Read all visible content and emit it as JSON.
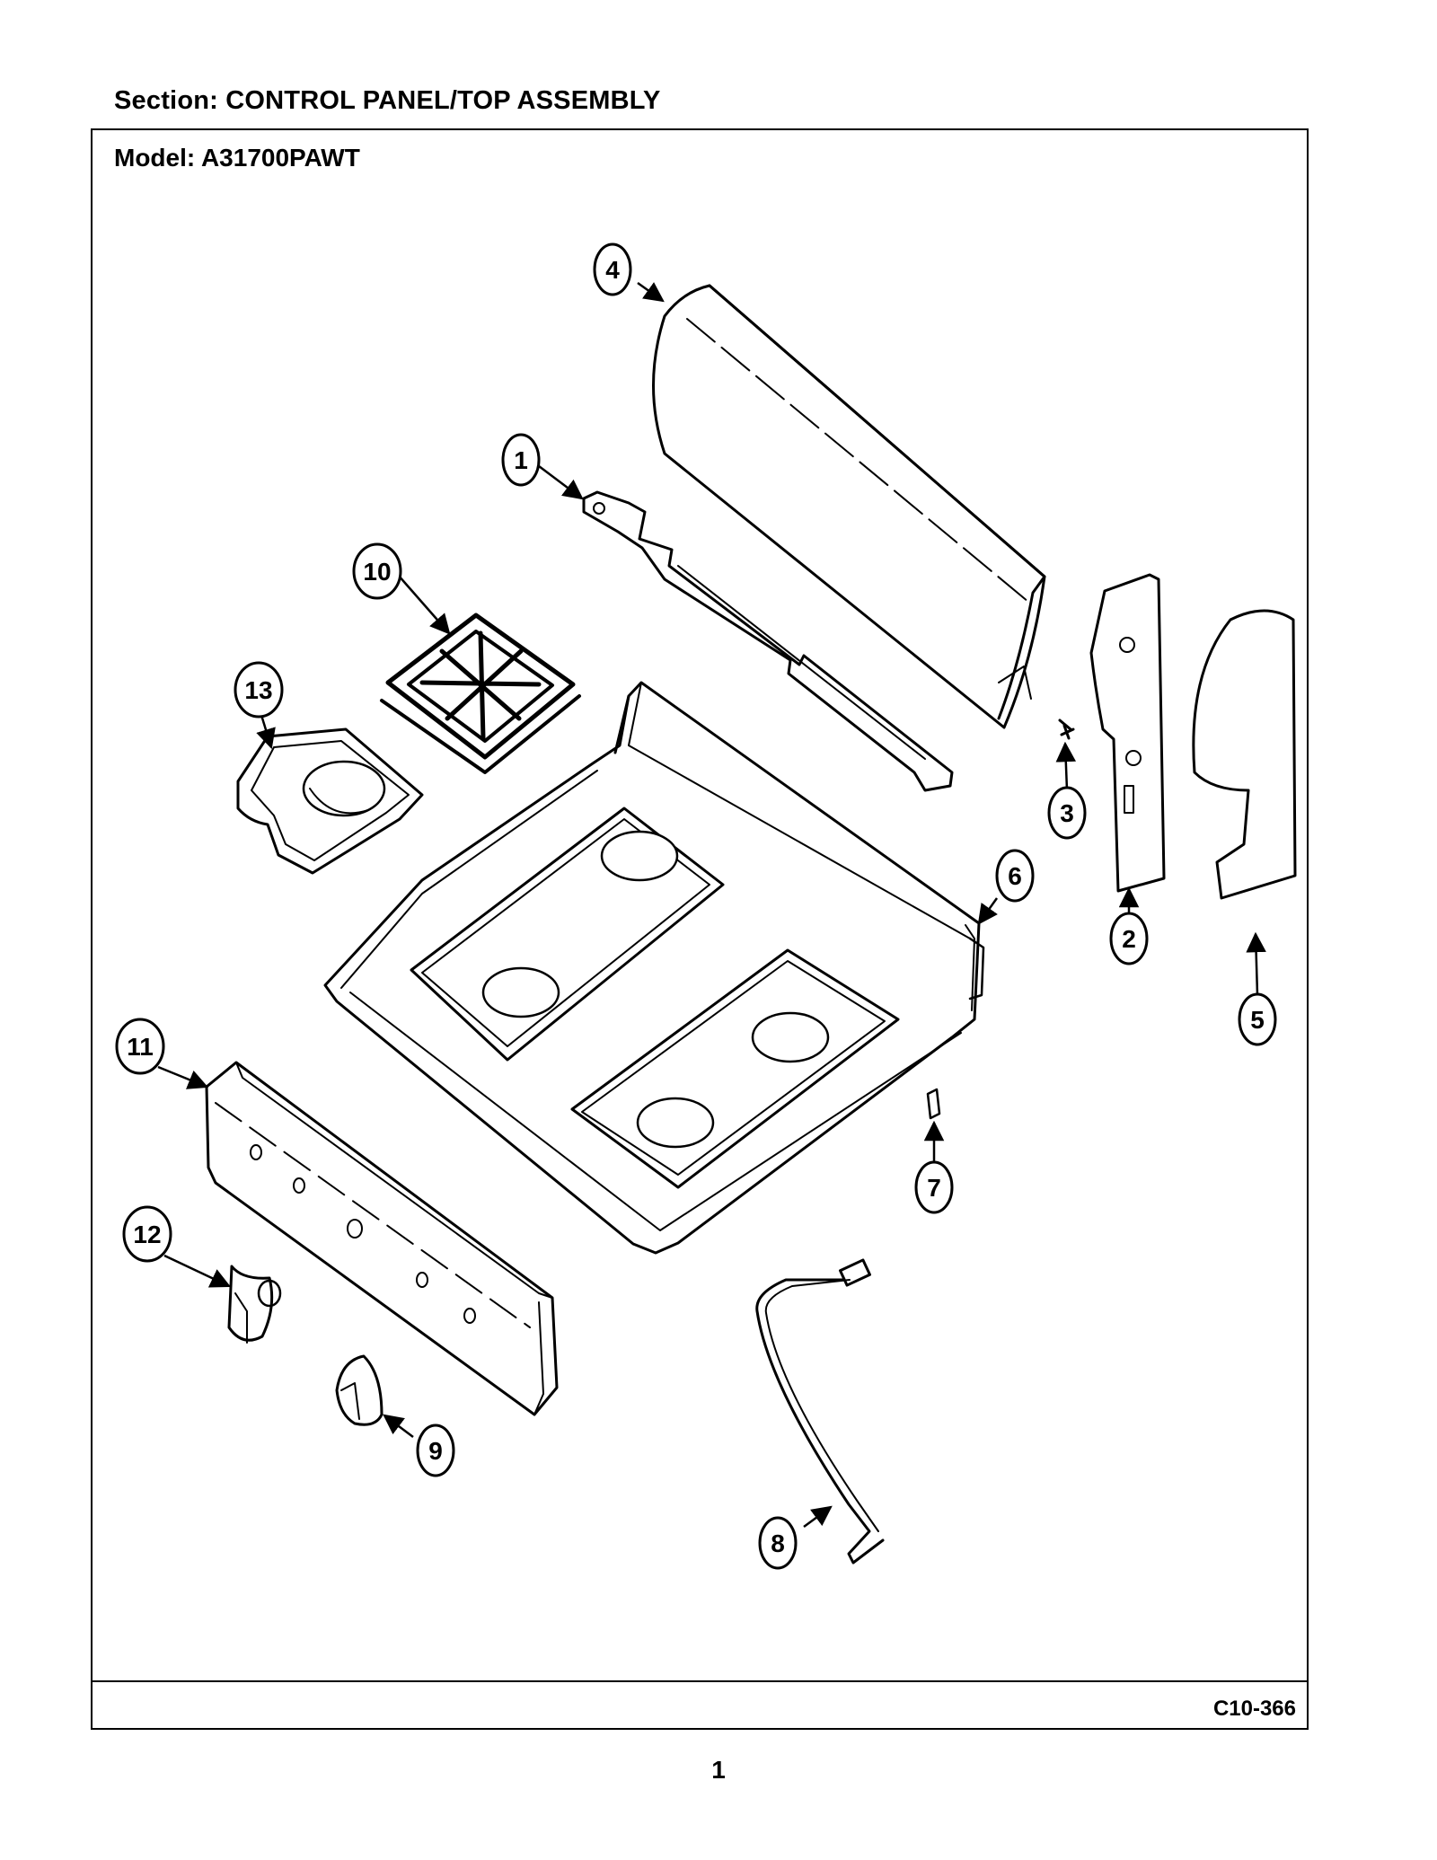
{
  "header": {
    "section": "Section:  CONTROL PANEL/TOP ASSEMBLY"
  },
  "frame": {
    "model": "Model:  A31700PAWT",
    "code": "C10-366"
  },
  "page": {
    "number": "1"
  },
  "callouts": [
    {
      "id": "1",
      "label": "1"
    },
    {
      "id": "2",
      "label": "2"
    },
    {
      "id": "3",
      "label": "3"
    },
    {
      "id": "4",
      "label": "4"
    },
    {
      "id": "5",
      "label": "5"
    },
    {
      "id": "6",
      "label": "6"
    },
    {
      "id": "7",
      "label": "7"
    },
    {
      "id": "8",
      "label": "8"
    },
    {
      "id": "9",
      "label": "9"
    },
    {
      "id": "10",
      "label": "10"
    },
    {
      "id": "11",
      "label": "11"
    },
    {
      "id": "12",
      "label": "12"
    },
    {
      "id": "13",
      "label": "13"
    }
  ]
}
